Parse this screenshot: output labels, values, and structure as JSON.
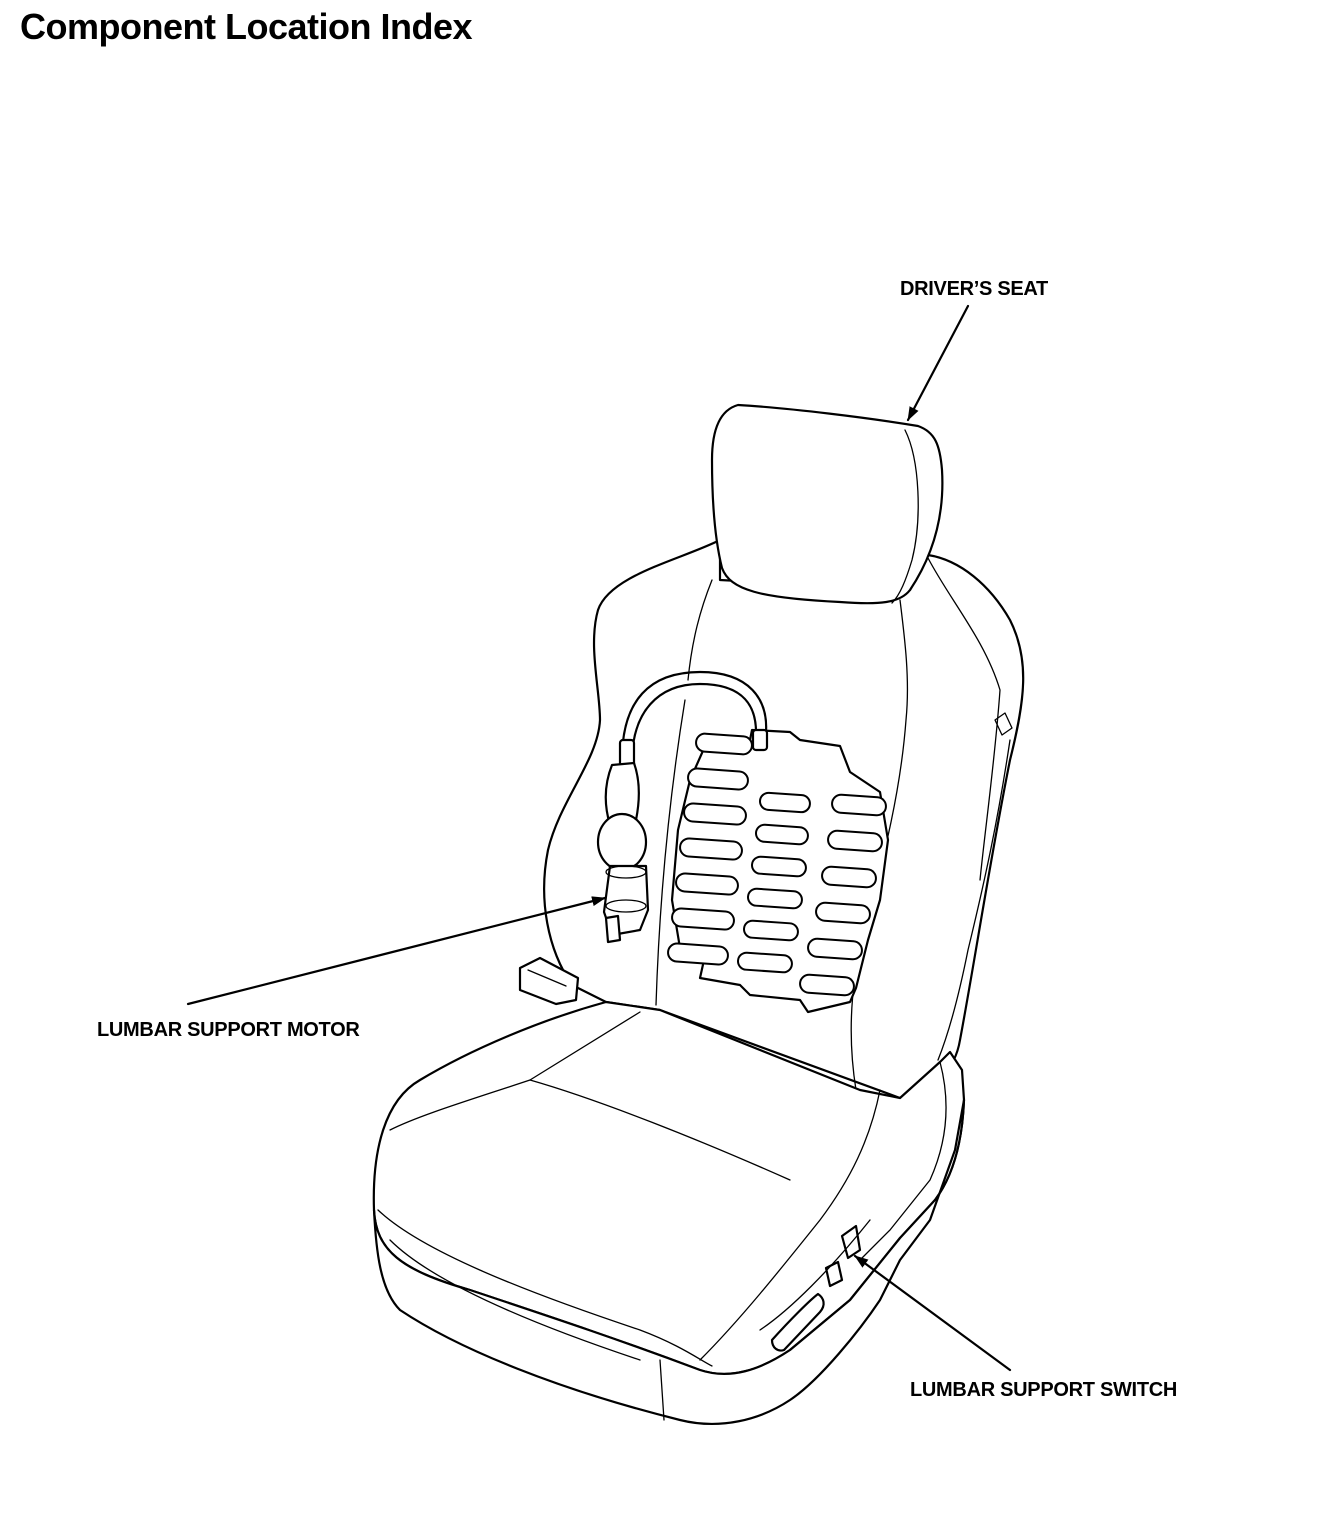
{
  "page": {
    "title": "Component Location Index"
  },
  "callouts": {
    "drivers_seat": "DRIVER’S SEAT",
    "lumbar_support_motor": "LUMBAR SUPPORT MOTOR",
    "lumbar_support_switch": "LUMBAR SUPPORT SWITCH"
  }
}
